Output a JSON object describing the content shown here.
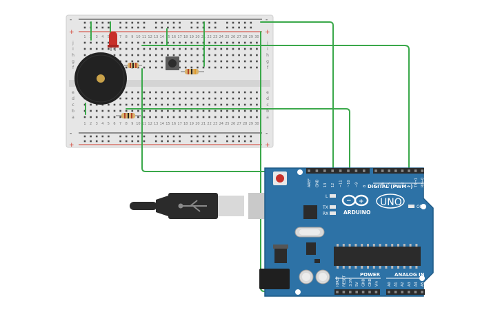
{
  "canvas": {
    "background": "#ffffff"
  },
  "breadboard": {
    "rail_plus": "+",
    "rail_minus": "-",
    "row_letters_top": [
      "j",
      "i",
      "h",
      "g",
      "f"
    ],
    "row_letters_bottom": [
      "e",
      "d",
      "c",
      "b",
      "a"
    ],
    "column_numbers": [
      "1",
      "2",
      "3",
      "4",
      "5",
      "6",
      "7",
      "8",
      "9",
      "10",
      "11",
      "12",
      "13",
      "14",
      "15",
      "16",
      "17",
      "18",
      "19",
      "20",
      "21",
      "22",
      "23",
      "24",
      "25",
      "26",
      "27",
      "28",
      "29",
      "30"
    ],
    "colors": {
      "body": "#e6e6e6",
      "rail_red": "#d33a2c",
      "rail_dark": "#333333",
      "hole": "#4a4a4a"
    }
  },
  "components": {
    "led": {
      "color": "#c8302a"
    },
    "buzzer": {
      "color": "#222222",
      "center_color": "#c9a24a"
    },
    "pushbutton": {
      "color": "#555555"
    },
    "resistors": {
      "color": "#d9b36c"
    }
  },
  "wire_color": "#3aa84a",
  "arduino": {
    "brand": "ARDUINO",
    "model": "UNO",
    "label_digital": "DIGITAL (PWM~)",
    "label_power": "POWER",
    "label_analog": "ANALOG IN",
    "label_on": "ON",
    "label_l": "L",
    "label_tx": "TX",
    "label_rx": "RX",
    "digital_pins_left": [
      "AREF",
      "GND",
      "13",
      "12",
      "~11",
      "~10",
      "~9",
      "8"
    ],
    "digital_pins_right": [
      "7",
      "~6",
      "~5",
      "4",
      "~3",
      "2",
      "TX→1",
      "RX←0"
    ],
    "power_pins": [
      "IOREF",
      "RESET",
      "3.3V",
      "5V",
      "GND",
      "GND",
      "Vin"
    ],
    "analog_pins": [
      "A0",
      "A1",
      "A2",
      "A3",
      "A4",
      "A5"
    ],
    "colors": {
      "board": "#2d72a6",
      "board_edge": "#1f5a86",
      "header": "#2b2b2b",
      "text": "#ffffff"
    }
  },
  "usb_cable": {
    "color": "#2b2b2b",
    "plug_color": "#d9d9d9"
  }
}
